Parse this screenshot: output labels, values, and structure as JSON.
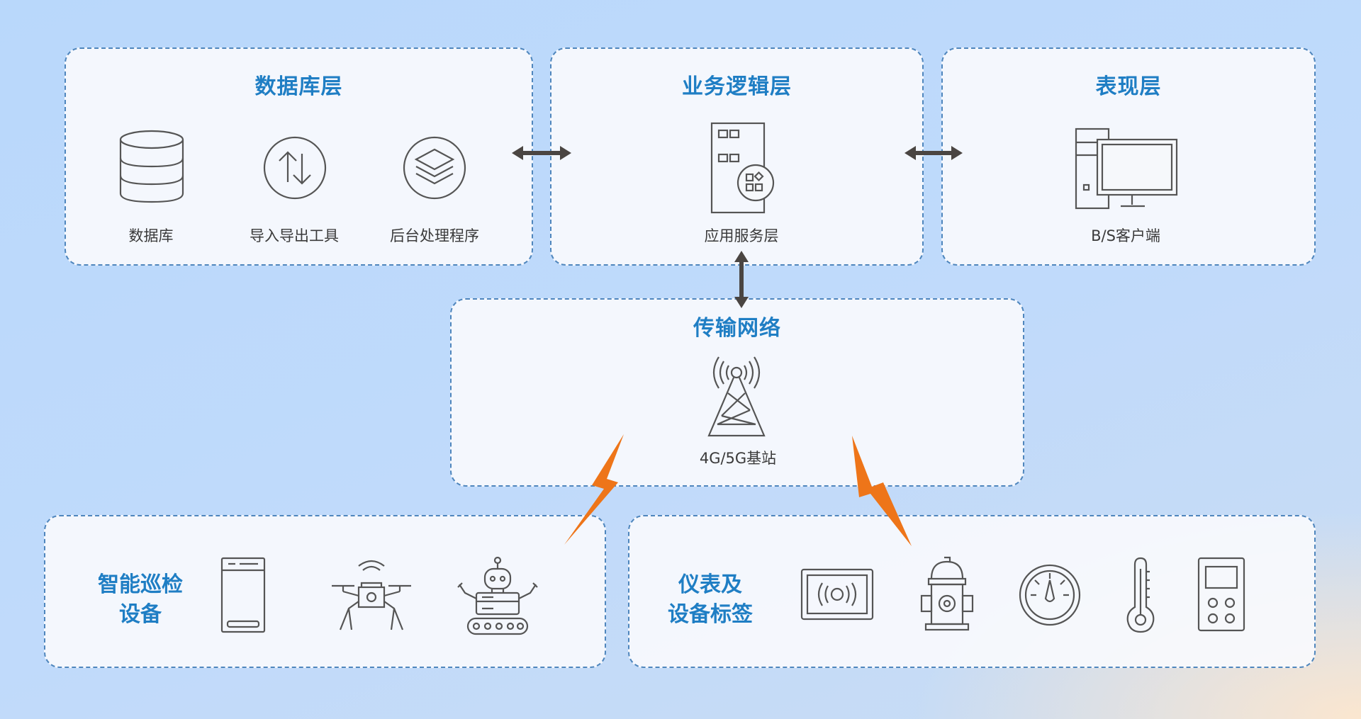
{
  "db_layer": {
    "title": "数据库层",
    "items": [
      {
        "label": "数据库",
        "icon": "database-icon"
      },
      {
        "label": "导入导出工具",
        "icon": "import-export-icon"
      },
      {
        "label": "后台处理程序",
        "icon": "layers-icon"
      }
    ]
  },
  "logic_layer": {
    "title": "业务逻辑层",
    "items": [
      {
        "label": "应用服务层",
        "icon": "server-icon"
      }
    ]
  },
  "presentation_layer": {
    "title": "表现层",
    "items": [
      {
        "label": "B/S客户端",
        "icon": "desktop-computer-icon"
      }
    ]
  },
  "network": {
    "title": "传输网络",
    "items": [
      {
        "label": "4G/5G基站",
        "icon": "cell-tower-icon"
      }
    ]
  },
  "inspection_devices": {
    "title_line1": "智能巡检",
    "title_line2": "设备",
    "icons": [
      "handheld-terminal-icon",
      "drone-icon",
      "robot-icon"
    ]
  },
  "meter_tags": {
    "title_line1": "仪表及",
    "title_line2": "设备标签",
    "icons": [
      "rfid-tag-icon",
      "fire-hydrant-icon",
      "pressure-gauge-icon",
      "thermometer-icon",
      "meter-device-icon"
    ]
  },
  "colors": {
    "title_blue": "#1f7ec4",
    "border_blue": "#4f86bd",
    "arrow_dark": "#4a4542",
    "lightning_orange": "#ee7519",
    "icon_stroke": "#555555"
  }
}
